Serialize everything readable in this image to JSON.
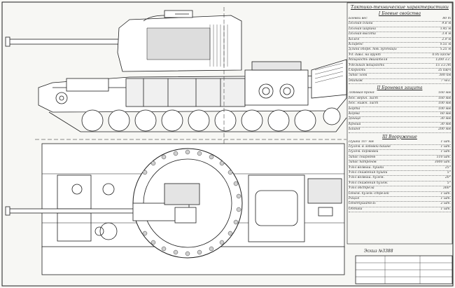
{
  "spec": {
    "title": "Тактико-технические характеристики",
    "sections": [
      {
        "heading": "I Боевые свойства",
        "rows": [
          {
            "label": "Боевой вес",
            "value": "80 т"
          },
          {
            "label": "Полная длина",
            "value": "9.8 м"
          },
          {
            "label": "Полная ширина",
            "value": "3.45 м"
          },
          {
            "label": "Полная высота",
            "value": "3.4 м"
          },
          {
            "label": "Колея",
            "value": "2.9 м"
          },
          {
            "label": "Клиренс",
            "value": "0.55 м"
          },
          {
            "label": "Длина опорн. пов. гусеницы",
            "value": "5.25 м"
          },
          {
            "label": "Уд. давл. на грунт",
            "value": "0.95 кг/см²"
          },
          {
            "label": "Мощность двигателя",
            "value": "1200 л.с."
          },
          {
            "label": "Удельная мощность",
            "value": "15 л.с./т"
          },
          {
            "label": "Скорость",
            "value": "35 км/ч"
          },
          {
            "label": "Запас хода",
            "value": "300 км"
          },
          {
            "label": "Экипаж",
            "value": "7 чел."
          }
        ]
      },
      {
        "heading": "II Броневая защита",
        "rows": [
          {
            "label": "Лобовая броня",
            "value": "160 мм"
          },
          {
            "label": "Нос. верхн. лист",
            "value": "160 мм"
          },
          {
            "label": "Нос. нижн. лист",
            "value": "100 мм"
          },
          {
            "label": "Борта",
            "value": "100 мм"
          },
          {
            "label": "Корма",
            "value": "60 мм"
          },
          {
            "label": "Днище",
            "value": "30 мм"
          },
          {
            "label": "Крыша",
            "value": "30 мм"
          },
          {
            "label": "Башня",
            "value": "200 мм"
          }
        ]
      },
      {
        "heading": "III Вооружение",
        "rows": [
          {
            "label": "Пушка 107 мм",
            "value": "1 шт."
          },
          {
            "label": "Пулем. в лобовой башне",
            "value": "1 шт."
          },
          {
            "label": "Пулем. кормовой",
            "value": "1 шт."
          },
          {
            "label": "Запас снарядов",
            "value": "110 шт."
          },
          {
            "label": "Запас патронов",
            "value": "3000 шт."
          },
          {
            "label": "Угол возвыш. пушки",
            "value": "25°"
          },
          {
            "label": "Угол снижения пушки",
            "value": "5°"
          },
          {
            "label": "Угол возвыш. пулем.",
            "value": "20°"
          },
          {
            "label": "Угол снижения пулем.",
            "value": "5°"
          },
          {
            "label": "Угол обстрела",
            "value": "360°"
          },
          {
            "label": "Огнем. пулем.-стрелок",
            "value": "1 шт."
          },
          {
            "label": "Рация",
            "value": "1 шт."
          },
          {
            "label": "Огнетушитель",
            "value": "2 шт."
          },
          {
            "label": "Оптика",
            "value": "1 шт."
          }
        ]
      }
    ]
  },
  "drawing": {
    "doc_number": "Эскиз №3388"
  },
  "colors": {
    "ink": "#1e1e1e",
    "paper": "#f7f7f4"
  }
}
